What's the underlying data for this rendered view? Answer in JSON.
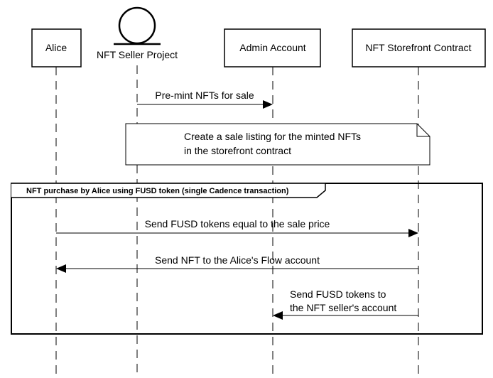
{
  "participants": {
    "alice": "Alice",
    "seller": "NFT Seller Project",
    "admin": "Admin Account",
    "storefront": "NFT Storefront Contract"
  },
  "messages": {
    "premint": "Pre-mint NFTs for sale",
    "send_fusd": "Send FUSD tokens equal to the sale price",
    "send_nft": "Send NFT to the Alice's Flow account",
    "send_fusd_seller_line1": "Send FUSD tokens to",
    "send_fusd_seller_line2": "the NFT seller's account"
  },
  "note": {
    "line1": "Create a sale listing for the minted NFTs",
    "line2": "in the storefront contract"
  },
  "frame": {
    "label": "NFT purchase by Alice using FUSD token (single Cadence transaction)"
  }
}
